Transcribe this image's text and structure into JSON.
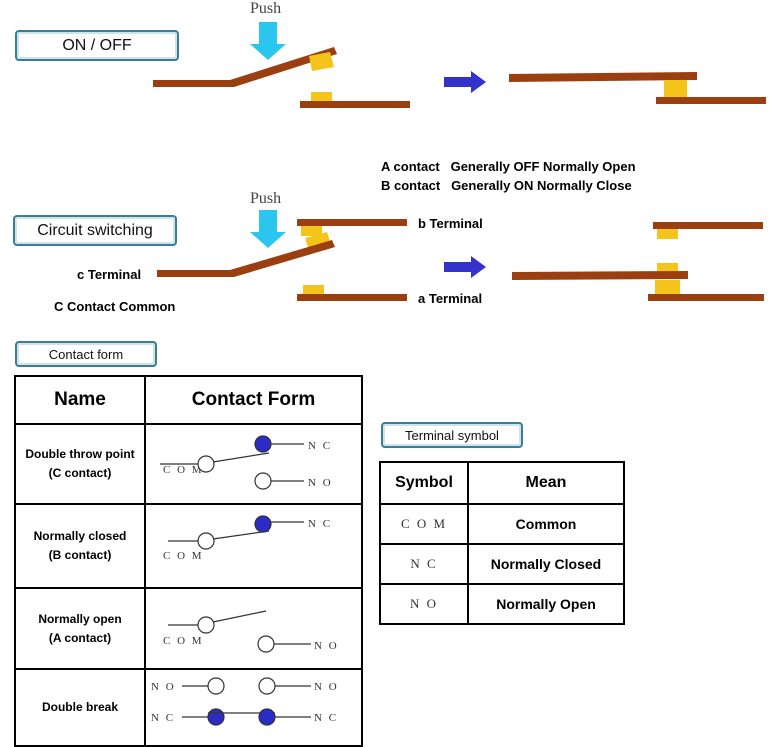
{
  "labels": {
    "on_off": "ON / OFF",
    "circuit_switching": "Circuit switching",
    "contact_form": "Contact form",
    "terminal_symbol": "Terminal symbol"
  },
  "push_label": "Push",
  "contact_notes": {
    "a_line": "A contact   Generally OFF Normally Open",
    "b_line": "B contact   Generally ON Normally Close"
  },
  "terminals": {
    "b": "b Terminal",
    "a": "a Terminal",
    "c": "c Terminal",
    "common": "C Contact Common"
  },
  "contact_table": {
    "headers": [
      "Name",
      "Contact Form"
    ],
    "rows": [
      {
        "name_1": "Double throw point",
        "name_2": "(C contact)"
      },
      {
        "name_1": "Normally closed",
        "name_2": "(B contact)"
      },
      {
        "name_1": "Normally open",
        "name_2": "(A contact)"
      },
      {
        "name_1": "Double break",
        "name_2": ""
      }
    ],
    "symbols": {
      "com": "C O M",
      "nc": "N C",
      "no": "N O"
    }
  },
  "symbol_table": {
    "headers": [
      "Symbol",
      "Mean"
    ],
    "rows": [
      {
        "symbol": "C O M",
        "mean": "Common"
      },
      {
        "symbol": "N C",
        "mean": "Normally Closed"
      },
      {
        "symbol": "N O",
        "mean": "Normally Open"
      }
    ]
  },
  "colors": {
    "bar": "#9b3f10",
    "contact": "#f4c41a",
    "push_arrow": "#2bc6ee",
    "state_arrow": "#3333cc",
    "label_border": "#3a7e96",
    "filled_circle": "#2b2bc8"
  }
}
